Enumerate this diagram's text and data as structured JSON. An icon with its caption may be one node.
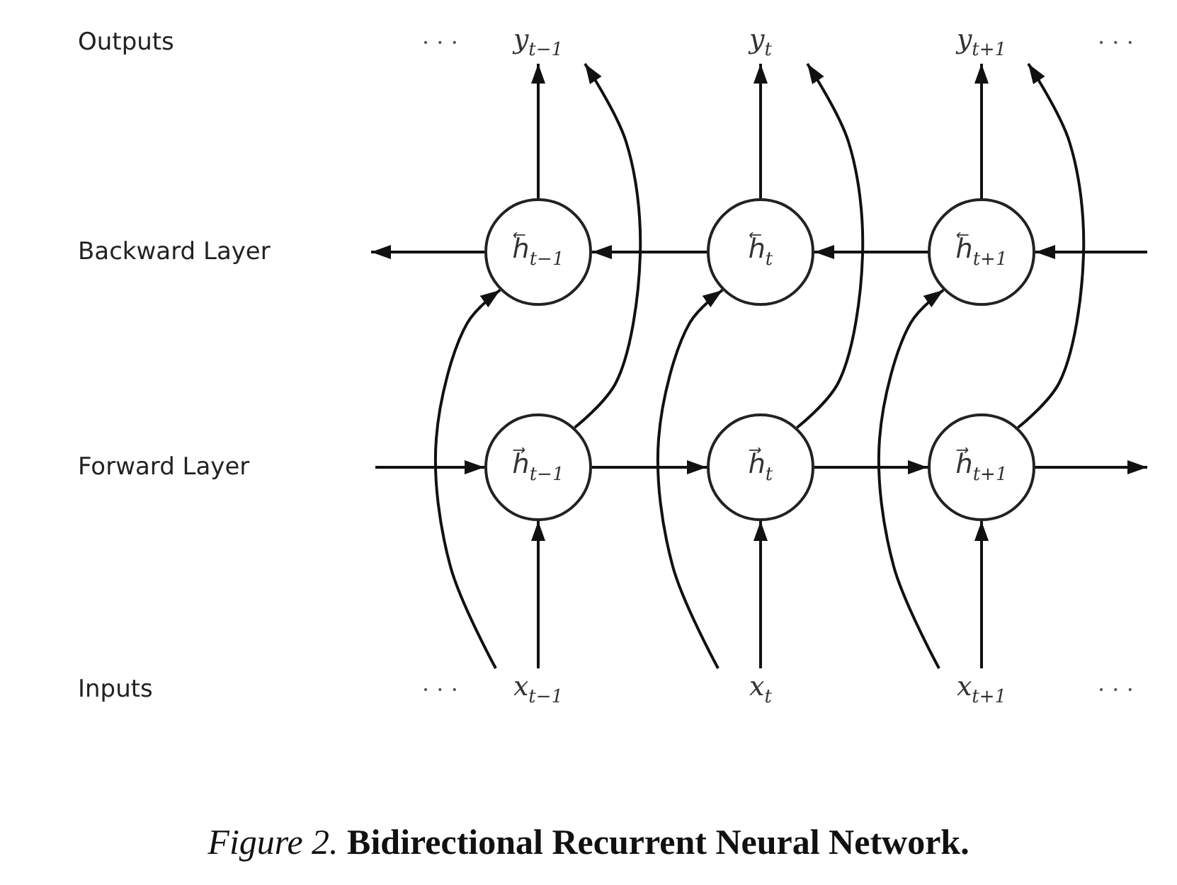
{
  "diagram": {
    "caption": "*Figure 2.* **Bidirectional Recurrent Neural Network.**",
    "nodes": [
      {
        "text": [
          "y$_{t−1}$"
        ]
      },
      {
        "text": [
          "y$_{t}$"
        ]
      },
      {
        "text": [
          "y$_{t+1}$"
        ]
      },
      {
        "text": [
          "h⃖$_{t−1}$"
        ]
      },
      {
        "text": [
          "h⃖$_{t}$"
        ]
      },
      {
        "text": [
          "h⃖$_{t+1}$"
        ]
      },
      {
        "text": [
          "h⃗$_{t−1}$"
        ]
      },
      {
        "text": [
          "h⃗$_{t}$"
        ]
      },
      {
        "text": [
          "h⃗$_{t+1}$"
        ]
      },
      {
        "text": [
          "x$_{t−1}$"
        ]
      },
      {
        "text": [
          "x$_{t}$"
        ]
      },
      {
        "text": [
          "x$_{t+1}$"
        ]
      }
    ],
    "edges": [
      {
        "from": null,
        "to": 5,
        "arrow": "to"
      },
      {
        "from": 5,
        "to": 4,
        "arrow": "to"
      },
      {
        "from": 4,
        "to": 3,
        "arrow": "to"
      },
      {
        "from": 3,
        "to": null,
        "arrow": "to"
      },
      {
        "from": null,
        "to": 6,
        "arrow": "to"
      },
      {
        "from": 6,
        "to": 7,
        "arrow": "to"
      },
      {
        "from": 7,
        "to": 8,
        "arrow": "to"
      },
      {
        "from": 8,
        "to": null,
        "arrow": "to"
      },
      {
        "from": 3,
        "to": 0,
        "arrow": "to"
      },
      {
        "from": 4,
        "to": 1,
        "arrow": "to"
      },
      {
        "from": 5,
        "to": 2,
        "arrow": "to"
      },
      {
        "from": 9,
        "to": 6,
        "arrow": "to"
      },
      {
        "from": 10,
        "to": 7,
        "arrow": "to"
      },
      {
        "from": 11,
        "to": 8,
        "arrow": "to"
      },
      {
        "from": 9,
        "to": 3,
        "arrow": "to"
      },
      {
        "from": 10,
        "to": 4,
        "arrow": "to"
      },
      {
        "from": 11,
        "to": 5,
        "arrow": "to"
      },
      {
        "from": 6,
        "to": 0,
        "arrow": "to"
      },
      {
        "from": 7,
        "to": 1,
        "arrow": "to"
      },
      {
        "from": 8,
        "to": 2,
        "arrow": "to"
      }
    ],
    "labels": [
      "Outputs",
      "· · ·",
      "· · ·",
      "Backward Layer",
      "Forward Layer",
      "Inputs",
      "· · ·",
      "· · ·"
    ]
  }
}
